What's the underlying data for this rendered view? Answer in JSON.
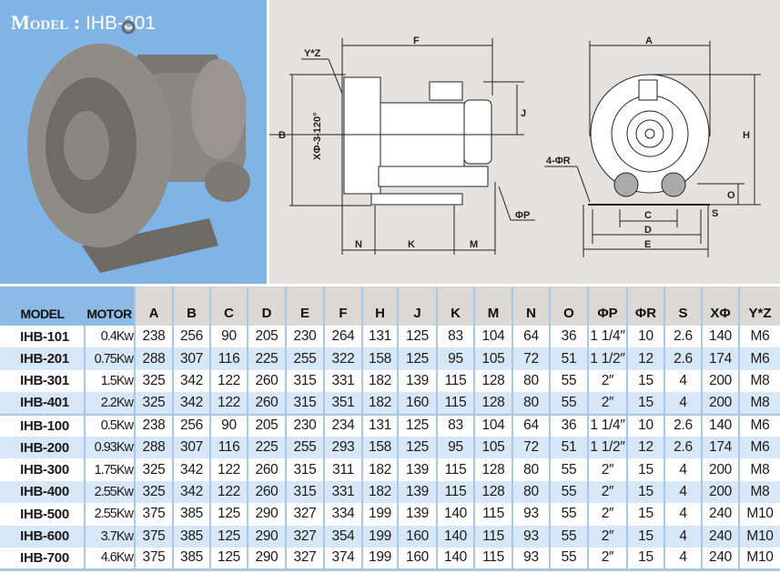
{
  "header": {
    "model_label": "Model :",
    "model_value": "IHB-301"
  },
  "diagram_side": {
    "F": "F",
    "YZ": "Y*Z",
    "B": "B",
    "X": "XΦ-3-120°",
    "J": "J",
    "P": "ΦP",
    "N": "N",
    "K": "K",
    "M": "M"
  },
  "diagram_front": {
    "A": "A",
    "H": "H",
    "R": "4-ΦR",
    "O": "O",
    "S": "S",
    "C": "C",
    "D": "D",
    "E": "E"
  },
  "colors": {
    "photo_bg": "#80b4e6",
    "diagram_bg": "#e4e1de",
    "row_alt": "#d7e7f7",
    "header_blue": "#8cbbe8"
  },
  "table": {
    "columns": [
      "MODEL",
      "MOTOR",
      "A",
      "B",
      "C",
      "D",
      "E",
      "F",
      "H",
      "J",
      "K",
      "M",
      "N",
      "O",
      "ΦP",
      "ΦR",
      "S",
      "XΦ",
      "Y*Z"
    ],
    "rows": [
      [
        "IHB-101",
        "0.4Kw",
        "238",
        "256",
        "90",
        "205",
        "230",
        "264",
        "131",
        "125",
        "83",
        "104",
        "64",
        "36",
        "1 1/4″",
        "10",
        "2.6",
        "140",
        "M6"
      ],
      [
        "IHB-201",
        "0.75Kw",
        "288",
        "307",
        "116",
        "225",
        "255",
        "322",
        "158",
        "125",
        "95",
        "105",
        "72",
        "51",
        "1 1/2″",
        "12",
        "2.6",
        "174",
        "M6"
      ],
      [
        "IHB-301",
        "1.5Kw",
        "325",
        "342",
        "122",
        "260",
        "315",
        "331",
        "182",
        "139",
        "115",
        "128",
        "80",
        "55",
        "2″",
        "15",
        "4",
        "200",
        "M8"
      ],
      [
        "IHB-401",
        "2.2Kw",
        "325",
        "342",
        "122",
        "260",
        "315",
        "351",
        "182",
        "160",
        "115",
        "128",
        "80",
        "55",
        "2″",
        "15",
        "4",
        "200",
        "M8"
      ],
      [
        "IHB-100",
        "0.5Kw",
        "238",
        "256",
        "90",
        "205",
        "230",
        "234",
        "131",
        "125",
        "83",
        "104",
        "64",
        "36",
        "1 1/4″",
        "10",
        "2.6",
        "140",
        "M6"
      ],
      [
        "IHB-200",
        "0.93Kw",
        "288",
        "307",
        "116",
        "225",
        "255",
        "293",
        "158",
        "125",
        "95",
        "105",
        "72",
        "51",
        "1 1/2″",
        "12",
        "2.6",
        "174",
        "M6"
      ],
      [
        "IHB-300",
        "1.75Kw",
        "325",
        "342",
        "122",
        "260",
        "315",
        "311",
        "182",
        "139",
        "115",
        "128",
        "80",
        "55",
        "2″",
        "15",
        "4",
        "200",
        "M8"
      ],
      [
        "IHB-400",
        "2.55Kw",
        "325",
        "342",
        "122",
        "260",
        "315",
        "331",
        "182",
        "139",
        "115",
        "128",
        "80",
        "55",
        "2″",
        "15",
        "4",
        "200",
        "M8"
      ],
      [
        "IHB-500",
        "2.55Kw",
        "375",
        "385",
        "125",
        "290",
        "327",
        "334",
        "199",
        "139",
        "140",
        "115",
        "93",
        "55",
        "2″",
        "15",
        "4",
        "240",
        "M10"
      ],
      [
        "IHB-600",
        "3.7Kw",
        "375",
        "385",
        "125",
        "290",
        "327",
        "354",
        "199",
        "160",
        "140",
        "115",
        "93",
        "55",
        "2″",
        "15",
        "4",
        "240",
        "M10"
      ],
      [
        "IHB-700",
        "4.6Kw",
        "375",
        "385",
        "125",
        "290",
        "327",
        "374",
        "199",
        "160",
        "140",
        "115",
        "93",
        "55",
        "2″",
        "15",
        "4",
        "240",
        "M10"
      ]
    ]
  }
}
